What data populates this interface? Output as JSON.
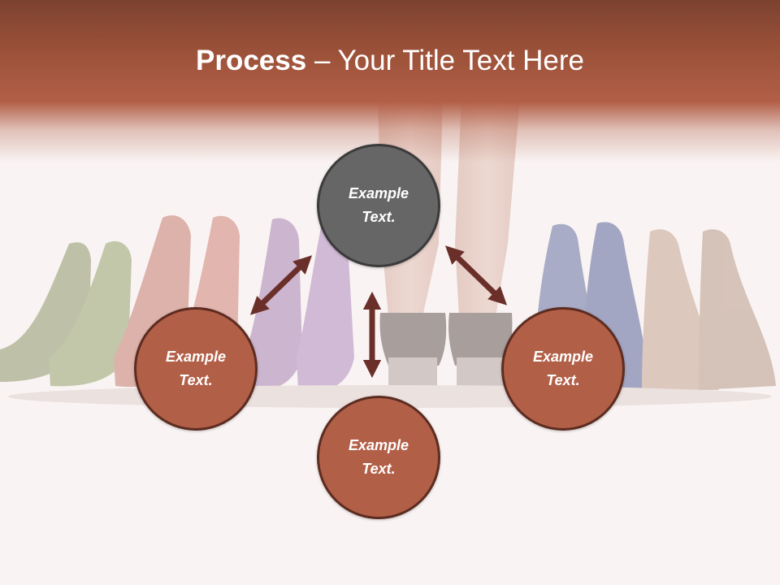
{
  "title": {
    "bold": "Process",
    "rest": " – Your Title Text Here"
  },
  "nodes": [
    {
      "id": "center",
      "line1": "Example",
      "line2": "Text."
    },
    {
      "id": "left",
      "line1": "Example",
      "line2": "Text."
    },
    {
      "id": "right",
      "line1": "Example",
      "line2": "Text."
    },
    {
      "id": "bottom",
      "line1": "Example",
      "line2": "Text."
    }
  ],
  "colors": {
    "header": "#b25f47",
    "node_fill": "#b25f47",
    "center_fill": "#666666",
    "arrow": "#6b2f2a"
  },
  "background_image": "faded photo of a row of high-heeled shoes"
}
